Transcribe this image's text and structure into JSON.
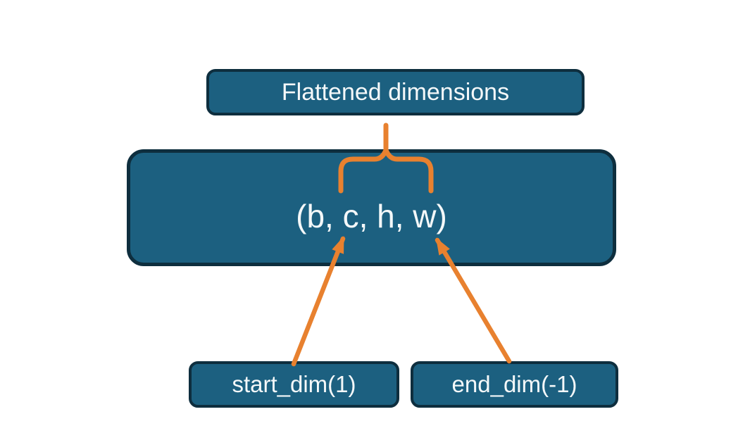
{
  "diagram": {
    "title_box": {
      "label": "Flattened dimensions"
    },
    "tensor_box": {
      "label": "(b, c, h, w)"
    },
    "start_box": {
      "label": "start_dim(1)"
    },
    "end_box": {
      "label": "end_dim(-1)"
    }
  },
  "icons": {
    "brace": "upward-curly-brace-with-stem",
    "left_arrow": "arrow-pointing-up-right",
    "right_arrow": "arrow-pointing-up-left"
  },
  "colors": {
    "background": "#ffffff",
    "node_fill": "#1c6080",
    "node_border": "#0e2e3e",
    "node_text": "#f4f8f9",
    "accent_orange": "#e8812f"
  }
}
